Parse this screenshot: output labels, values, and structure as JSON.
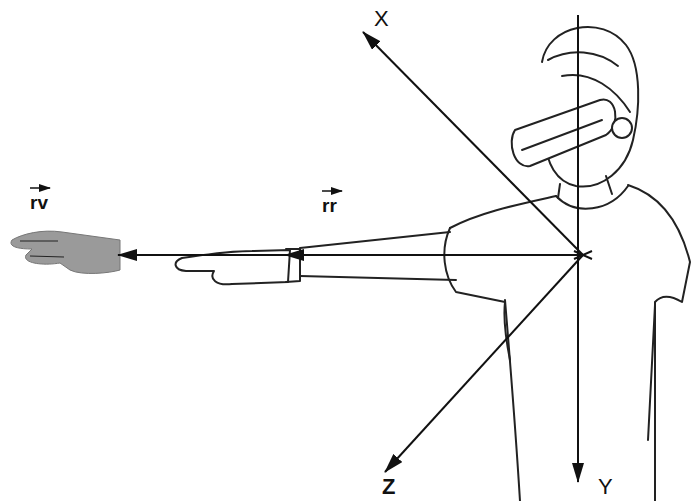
{
  "diagram": {
    "labels": [
      "X",
      "rv",
      "rr",
      "Z",
      "Y"
    ]
  }
}
